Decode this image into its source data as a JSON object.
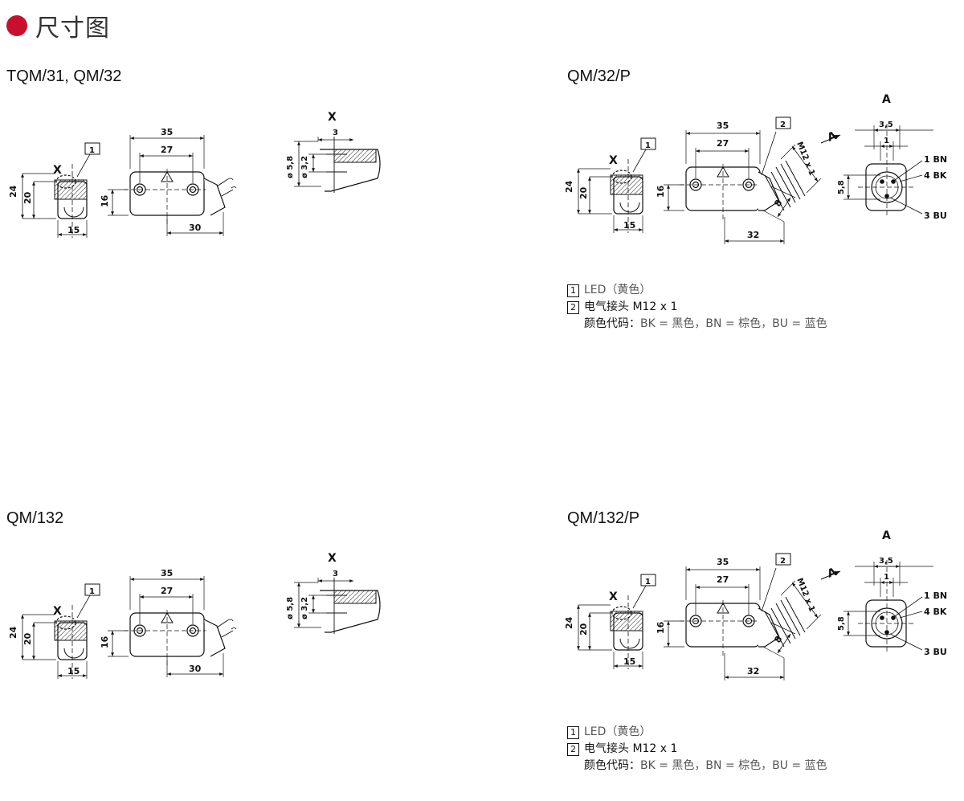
{
  "page_title": "尺寸图",
  "accent_color": "#c8102e",
  "models": {
    "top_left": "TQM/31, QM/32",
    "top_right": "QM/32/P",
    "bottom_left": "QM/132",
    "bottom_right": "QM/132/P"
  },
  "dims": {
    "d35": "35",
    "d27": "27",
    "d24": "24",
    "d20": "20",
    "d16": "16",
    "d15": "15",
    "d30": "30",
    "d32": "32",
    "d8": "8",
    "d3": "3",
    "d35b": "3,5",
    "d1": "1",
    "d58": "5,8",
    "dia58": "ø 5,8",
    "dia32": "ø 3,2",
    "x_label": "X",
    "a_label": "A",
    "m12": "M12 x 1",
    "c1": "1",
    "c2": "2",
    "pin1": "1 BN",
    "pin4": "4 BK",
    "pin3": "3 BU"
  },
  "legend": {
    "item1_num": "1",
    "item1_text": "LED（黄色）",
    "item2_num": "2",
    "item2_text": "电气接头 M12 x 1",
    "colors_label": "颜色代码：",
    "colors_text": "BK = 黑色，BN = 棕色，BU = 蓝色"
  }
}
